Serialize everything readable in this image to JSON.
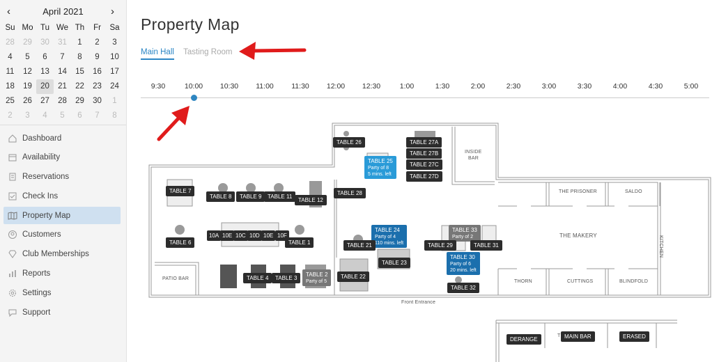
{
  "calendar": {
    "prev": "‹",
    "next": "›",
    "month": "April 2021",
    "dow": [
      "Su",
      "Mo",
      "Tu",
      "We",
      "Th",
      "Fr",
      "Sa"
    ],
    "days": [
      [
        "28",
        "29",
        "30",
        "31",
        "1",
        "2",
        "3"
      ],
      [
        "4",
        "5",
        "6",
        "7",
        "8",
        "9",
        "10"
      ],
      [
        "11",
        "12",
        "13",
        "14",
        "15",
        "16",
        "17"
      ],
      [
        "18",
        "19",
        "20",
        "21",
        "22",
        "23",
        "24"
      ],
      [
        "25",
        "26",
        "27",
        "28",
        "29",
        "30",
        "1"
      ],
      [
        "2",
        "3",
        "4",
        "5",
        "6",
        "7",
        "8"
      ]
    ],
    "selected": "20"
  },
  "nav": {
    "items": [
      {
        "label": "Dashboard",
        "icon": "home-icon"
      },
      {
        "label": "Availability",
        "icon": "calendar-icon"
      },
      {
        "label": "Reservations",
        "icon": "book-icon"
      },
      {
        "label": "Check Ins",
        "icon": "checkbox-icon"
      },
      {
        "label": "Property Map",
        "icon": "map-icon"
      },
      {
        "label": "Customers",
        "icon": "user-icon"
      },
      {
        "label": "Club Memberships",
        "icon": "diamond-icon"
      },
      {
        "label": "Reports",
        "icon": "chart-icon"
      },
      {
        "label": "Settings",
        "icon": "gear-icon"
      },
      {
        "label": "Support",
        "icon": "chat-icon"
      }
    ],
    "active": "Property Map"
  },
  "page": {
    "title": "Property Map",
    "tabs": [
      "Main Hall",
      "Tasting Room"
    ],
    "active_tab": "Main Hall"
  },
  "timeline": {
    "times": [
      "9:30",
      "10:00",
      "10:30",
      "11:00",
      "11:30",
      "12:00",
      "12:30",
      "1:00",
      "1:30",
      "2:00",
      "2:30",
      "3:00",
      "3:30",
      "4:00",
      "4:30",
      "5:00"
    ],
    "current": "10:00"
  },
  "rooms": {
    "inside_bar_1": "INSIDE",
    "inside_bar_2": "BAR",
    "the_prisoner": "THE PRISONER",
    "saldo": "SALDO",
    "the_makery": "THE MAKERY",
    "kitchen": "KITCHEN",
    "thorn": "THORN",
    "cuttings": "CUTTINGS",
    "blindfold": "BLINDFOLD",
    "patio_bar": "PATIO BAR",
    "front_entrance": "Front Entrance",
    "partial_room": "TH"
  },
  "tables": {
    "t26": "TABLE 26",
    "t27a": "TABLE 27A",
    "t27b": "TABLE 27B",
    "t27c": "TABLE 27C",
    "t27d": "TABLE 27D",
    "t25": "TABLE 25",
    "t25_party": "Party of 8",
    "t25_time": "5 mins. left",
    "t28": "TABLE 28",
    "t7": "TABLE 7",
    "t8": "TABLE 8",
    "t9": "TABLE 9",
    "t11": "TABLE 11",
    "t12": "TABLE 12",
    "t6": "TABLE 6",
    "t10a": "10A",
    "t10b": "10E",
    "t10c": "10C",
    "t10d": "10D",
    "t10e": "10E",
    "t10f": "10F",
    "t1": "TABLE 1",
    "t24": "TABLE 24",
    "t24_party": "Party of 4",
    "t24_time": "110 mins. left",
    "t21": "TABLE 21",
    "t23": "TABLE 23",
    "t33": "TABLE 33",
    "t33_party": "Party of 2",
    "t29": "TABLE 29",
    "t31": "TABLE 31",
    "t30": "TABLE 30",
    "t30_party": "Party of 6",
    "t30_time": "20 mins. left",
    "t32": "TABLE 32",
    "t4": "TABLE 4",
    "t3": "TABLE 3",
    "t2": "TABLE 2",
    "t2_party": "Party of 5",
    "t22": "TABLE 22",
    "derange": "DERANGE",
    "main_bar": "MAIN BAR",
    "erased": "ERASED"
  },
  "colors": {
    "accent": "#2b86c5",
    "arrow": "#e01b1b",
    "table_dark": "#2c2c2c",
    "table_gray": "#777777",
    "table_blue": "#1b6fad",
    "table_lightblue": "#2a9bd8"
  }
}
